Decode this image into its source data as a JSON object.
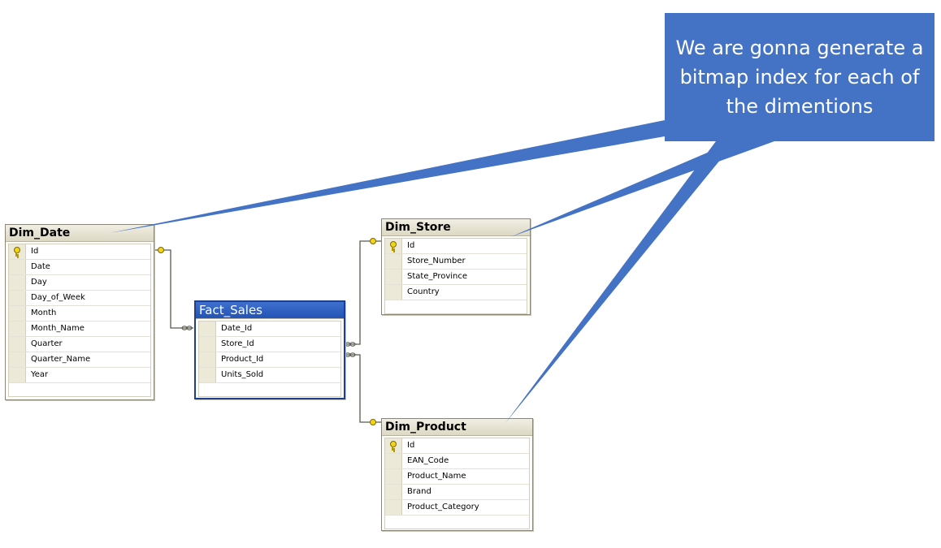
{
  "callout": {
    "text": "We are gonna generate a bitmap index for each of the dimentions",
    "color": "#4472c4"
  },
  "tables": {
    "dim_date": {
      "title": "Dim_Date",
      "columns": [
        "Id",
        "Date",
        "Day",
        "Day_of_Week",
        "Month",
        "Month_Name",
        "Quarter",
        "Quarter_Name",
        "Year"
      ],
      "primary_key": "Id"
    },
    "fact_sales": {
      "title": "Fact_Sales",
      "columns": [
        "Date_Id",
        "Store_Id",
        "Product_Id",
        "Units_Sold"
      ],
      "selected": true,
      "header_color": "#2f5fbf"
    },
    "dim_store": {
      "title": "Dim_Store",
      "columns": [
        "Id",
        "Store_Number",
        "State_Province",
        "Country"
      ],
      "primary_key": "Id"
    },
    "dim_product": {
      "title": "Dim_Product",
      "columns": [
        "Id",
        "EAN_Code",
        "Product_Name",
        "Brand",
        "Product_Category"
      ],
      "primary_key": "Id"
    }
  },
  "relationships": [
    {
      "from": "fact_sales.Date_Id",
      "to": "dim_date.Id",
      "cardinality": "many-to-one"
    },
    {
      "from": "fact_sales.Store_Id",
      "to": "dim_store.Id",
      "cardinality": "many-to-one"
    },
    {
      "from": "fact_sales.Product_Id",
      "to": "dim_product.Id",
      "cardinality": "many-to-one"
    }
  ],
  "colors": {
    "table_border": "#8b8677",
    "table_header": "#ddd8c4",
    "key_icon": "#f3d31c",
    "connector": "#5a5a50"
  }
}
